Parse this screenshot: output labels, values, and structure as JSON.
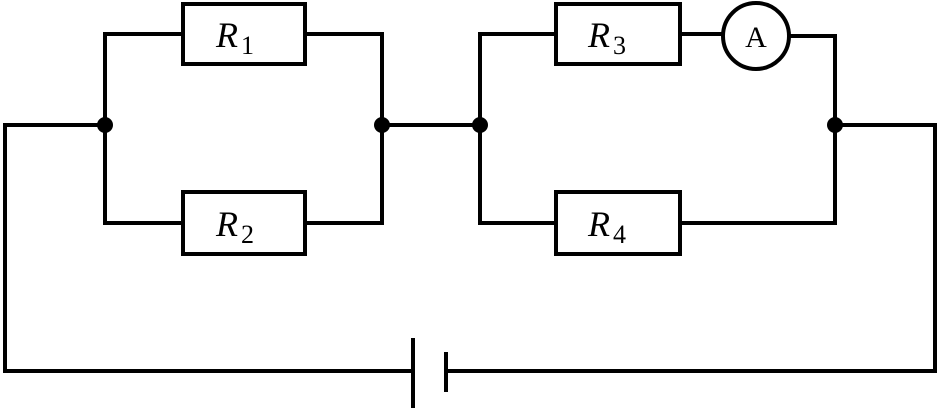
{
  "resistors": [
    {
      "id": "r1",
      "symbol": "R",
      "subscript": "1"
    },
    {
      "id": "r2",
      "symbol": "R",
      "subscript": "2"
    },
    {
      "id": "r3",
      "symbol": "R",
      "subscript": "3"
    },
    {
      "id": "r4",
      "symbol": "R",
      "subscript": "4"
    }
  ],
  "ammeter": {
    "label": "A"
  }
}
